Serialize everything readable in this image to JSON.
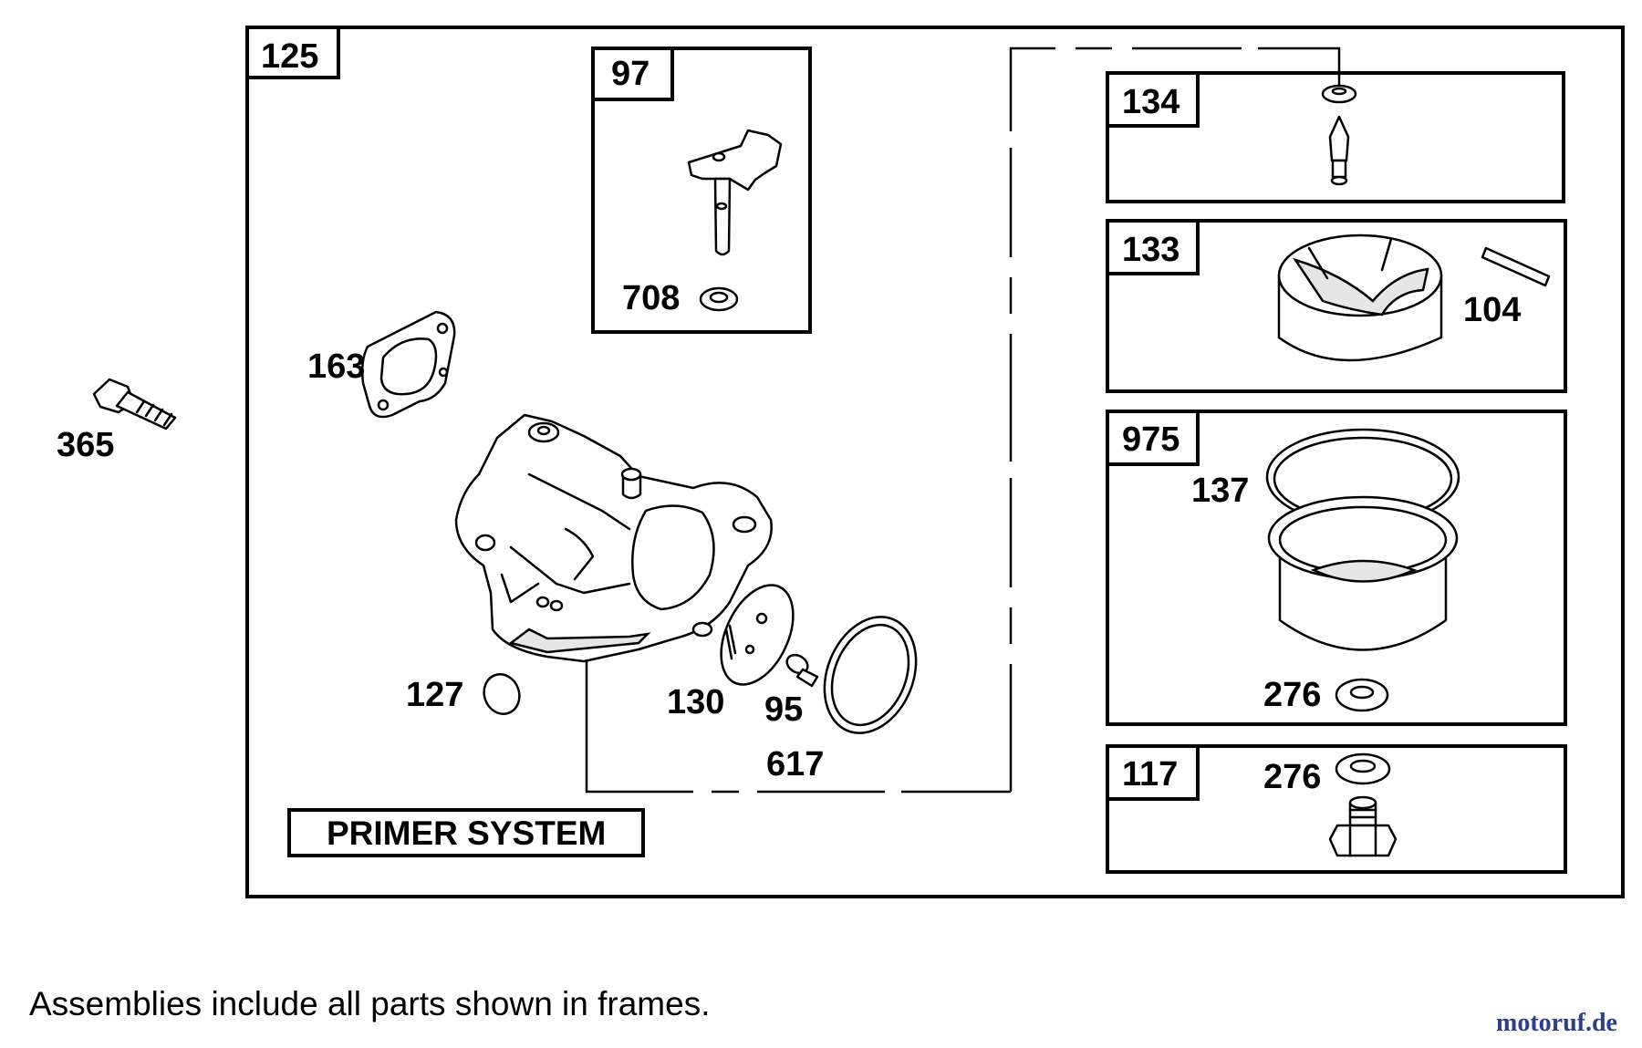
{
  "main_assembly": {
    "number": "125"
  },
  "sub_assemblies": [
    {
      "number": "97"
    },
    {
      "number": "134"
    },
    {
      "number": "133"
    },
    {
      "number": "975"
    },
    {
      "number": "117"
    }
  ],
  "part_labels": [
    "365",
    "163",
    "708",
    "127",
    "130",
    "95",
    "617",
    "104",
    "137",
    "276",
    "276"
  ],
  "primer_label": "PRIMER SYSTEM",
  "footnote": "Assemblies include all parts shown in frames.",
  "watermark": "motoruf.de",
  "colors": {
    "line": "#000000",
    "background": "#ffffff",
    "watermark": "#2b3f8c"
  }
}
